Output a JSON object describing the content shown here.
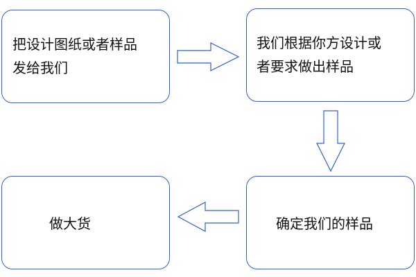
{
  "flow": {
    "steps": [
      {
        "line1": "把设计图纸或者样品",
        "line2": "发给我们"
      },
      {
        "line1": "我们根据你方设计或",
        "line2": "者要求做出样品"
      },
      {
        "line1": "确定我们的样品"
      },
      {
        "line1": "做大货"
      }
    ]
  },
  "colors": {
    "stroke": "#2b5fd6",
    "text": "#111111",
    "background": "#ffffff"
  }
}
